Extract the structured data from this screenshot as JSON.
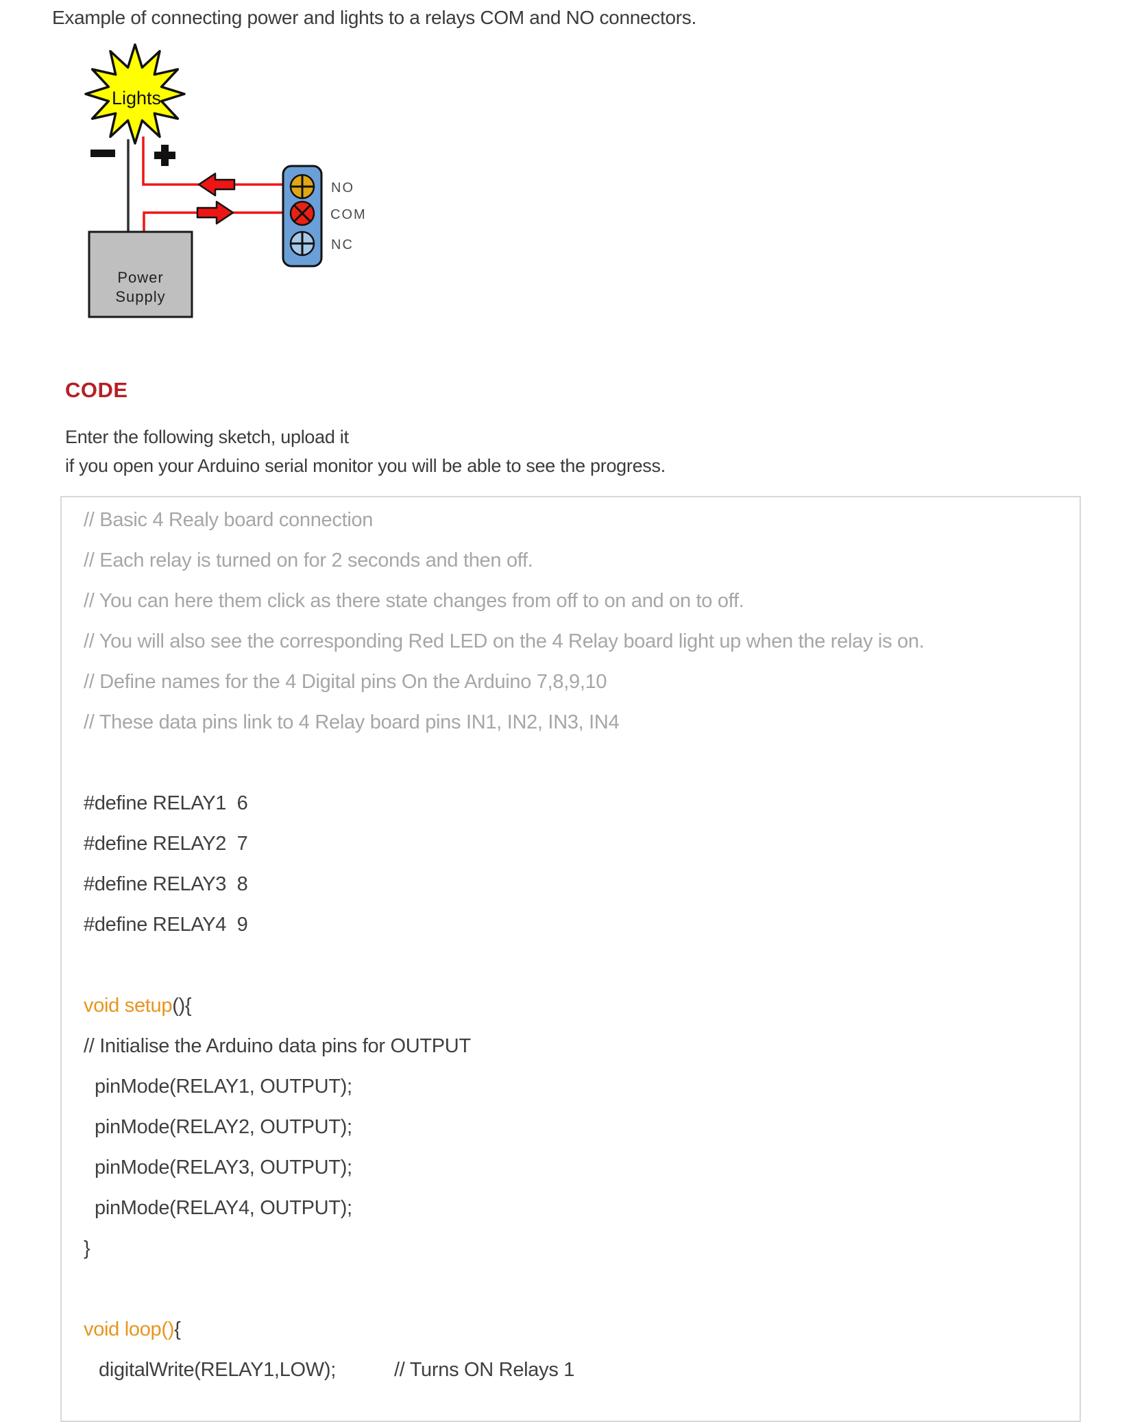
{
  "intro": {
    "text": "Example of connecting power and lights to a relays COM and NO connectors."
  },
  "diagram": {
    "lights_label": "Lights",
    "power_supply": {
      "line1": "Power",
      "line2": "Supply"
    },
    "terminals": [
      {
        "label": "NO",
        "color": "#dfa616"
      },
      {
        "label": "COM",
        "color": "#e82112"
      },
      {
        "label": "NC",
        "color": "#a6c9e8"
      }
    ],
    "colors": {
      "star_yellow": "#ffff00",
      "wire_red": "#ee1515",
      "wire_black": "#2f2f2f",
      "connector_blue": "#6b9fd8",
      "power_box_gray": "#bfbfbf"
    }
  },
  "code_section": {
    "heading": "CODE",
    "intro_line1": "Enter the following sketch, upload it",
    "intro_line2": "if you open your Arduino serial monitor you will be able to see the progress.",
    "colors": {
      "heading_red": "#b42025",
      "keyword_orange": "#e8941e",
      "comment_gray": "#a6a6a6",
      "code_dark": "#3f3f3f",
      "block_border": "#d8d8d8"
    },
    "comments": [
      "// Basic 4 Realy board connection",
      "// Each relay is turned on for 2 seconds and then off.",
      "// You can here them click as there state changes from off to on and on to off.",
      "// You will also see the corresponding Red LED on the 4 Relay board light up when the relay is on.",
      "// Define names for the 4 Digital pins On the Arduino 7,8,9,10",
      "// These data pins link to 4 Relay board pins IN1, IN2, IN3, IN4"
    ],
    "defines": [
      "#define RELAY1  6",
      "#define RELAY2  7",
      "#define RELAY3  8",
      "#define RELAY4  9"
    ],
    "setup": {
      "keyword": "void setup",
      "rest": "(){"
    },
    "init_comment": "// Initialise the Arduino data pins for OUTPUT",
    "pinmodes": [
      "pinMode(RELAY1, OUTPUT);",
      "pinMode(RELAY2, OUTPUT);",
      "pinMode(RELAY3, OUTPUT);",
      "pinMode(RELAY4, OUTPUT);"
    ],
    "setup_close": "}",
    "loop": {
      "keyword": "void loop()",
      "rest": "{"
    },
    "loop_line": {
      "code": "digitalWrite(RELAY1,LOW);",
      "comment": "// Turns ON Relays 1"
    }
  }
}
